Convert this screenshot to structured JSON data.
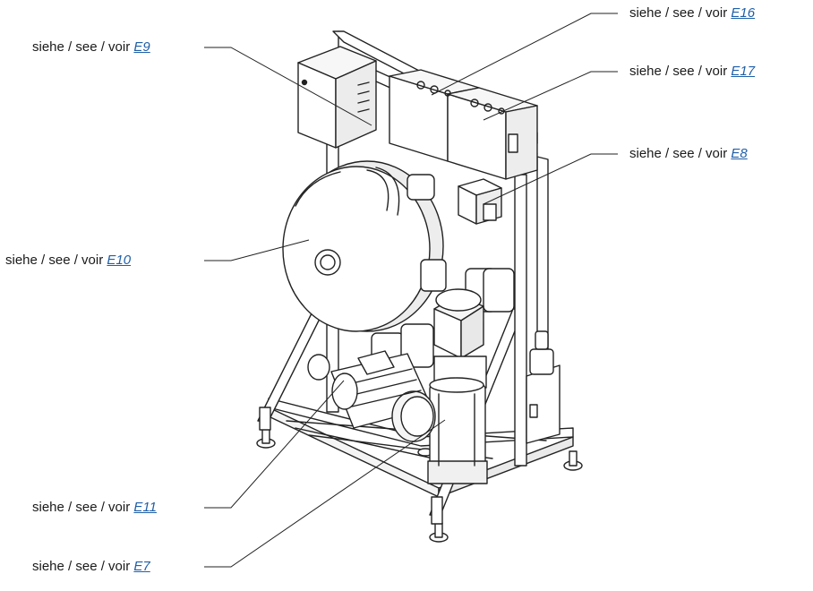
{
  "callouts": [
    {
      "prefix": "siehe / see / voir ",
      "ref": "E9"
    },
    {
      "prefix": "siehe / see / voir ",
      "ref": "E16"
    },
    {
      "prefix": "siehe / see / voir ",
      "ref": "E17"
    },
    {
      "prefix": "siehe / see / voir ",
      "ref": "E8"
    },
    {
      "prefix": "siehe / see / voir ",
      "ref": "E10"
    },
    {
      "prefix": "siehe / see / voir ",
      "ref": "E11"
    },
    {
      "prefix": "siehe / see / voir ",
      "ref": "E7"
    }
  ],
  "colors": {
    "line": "#222222",
    "link": "#1f5fa8",
    "text": "#1a1a1a"
  }
}
